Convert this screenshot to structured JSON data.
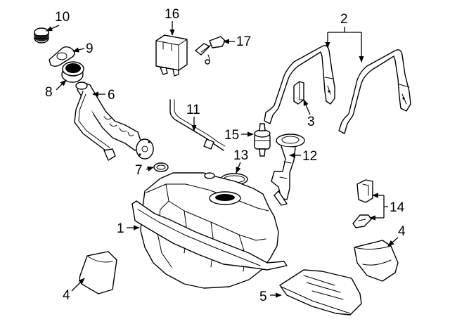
{
  "callouts": {
    "c1": "1",
    "c2": "2",
    "c3": "3",
    "c4a": "4",
    "c4b": "4",
    "c5": "5",
    "c6": "6",
    "c7": "7",
    "c8": "8",
    "c9": "9",
    "c10": "10",
    "c11": "11",
    "c12": "12",
    "c13": "13",
    "c14": "14",
    "c15": "15",
    "c16": "16",
    "c17": "17"
  }
}
